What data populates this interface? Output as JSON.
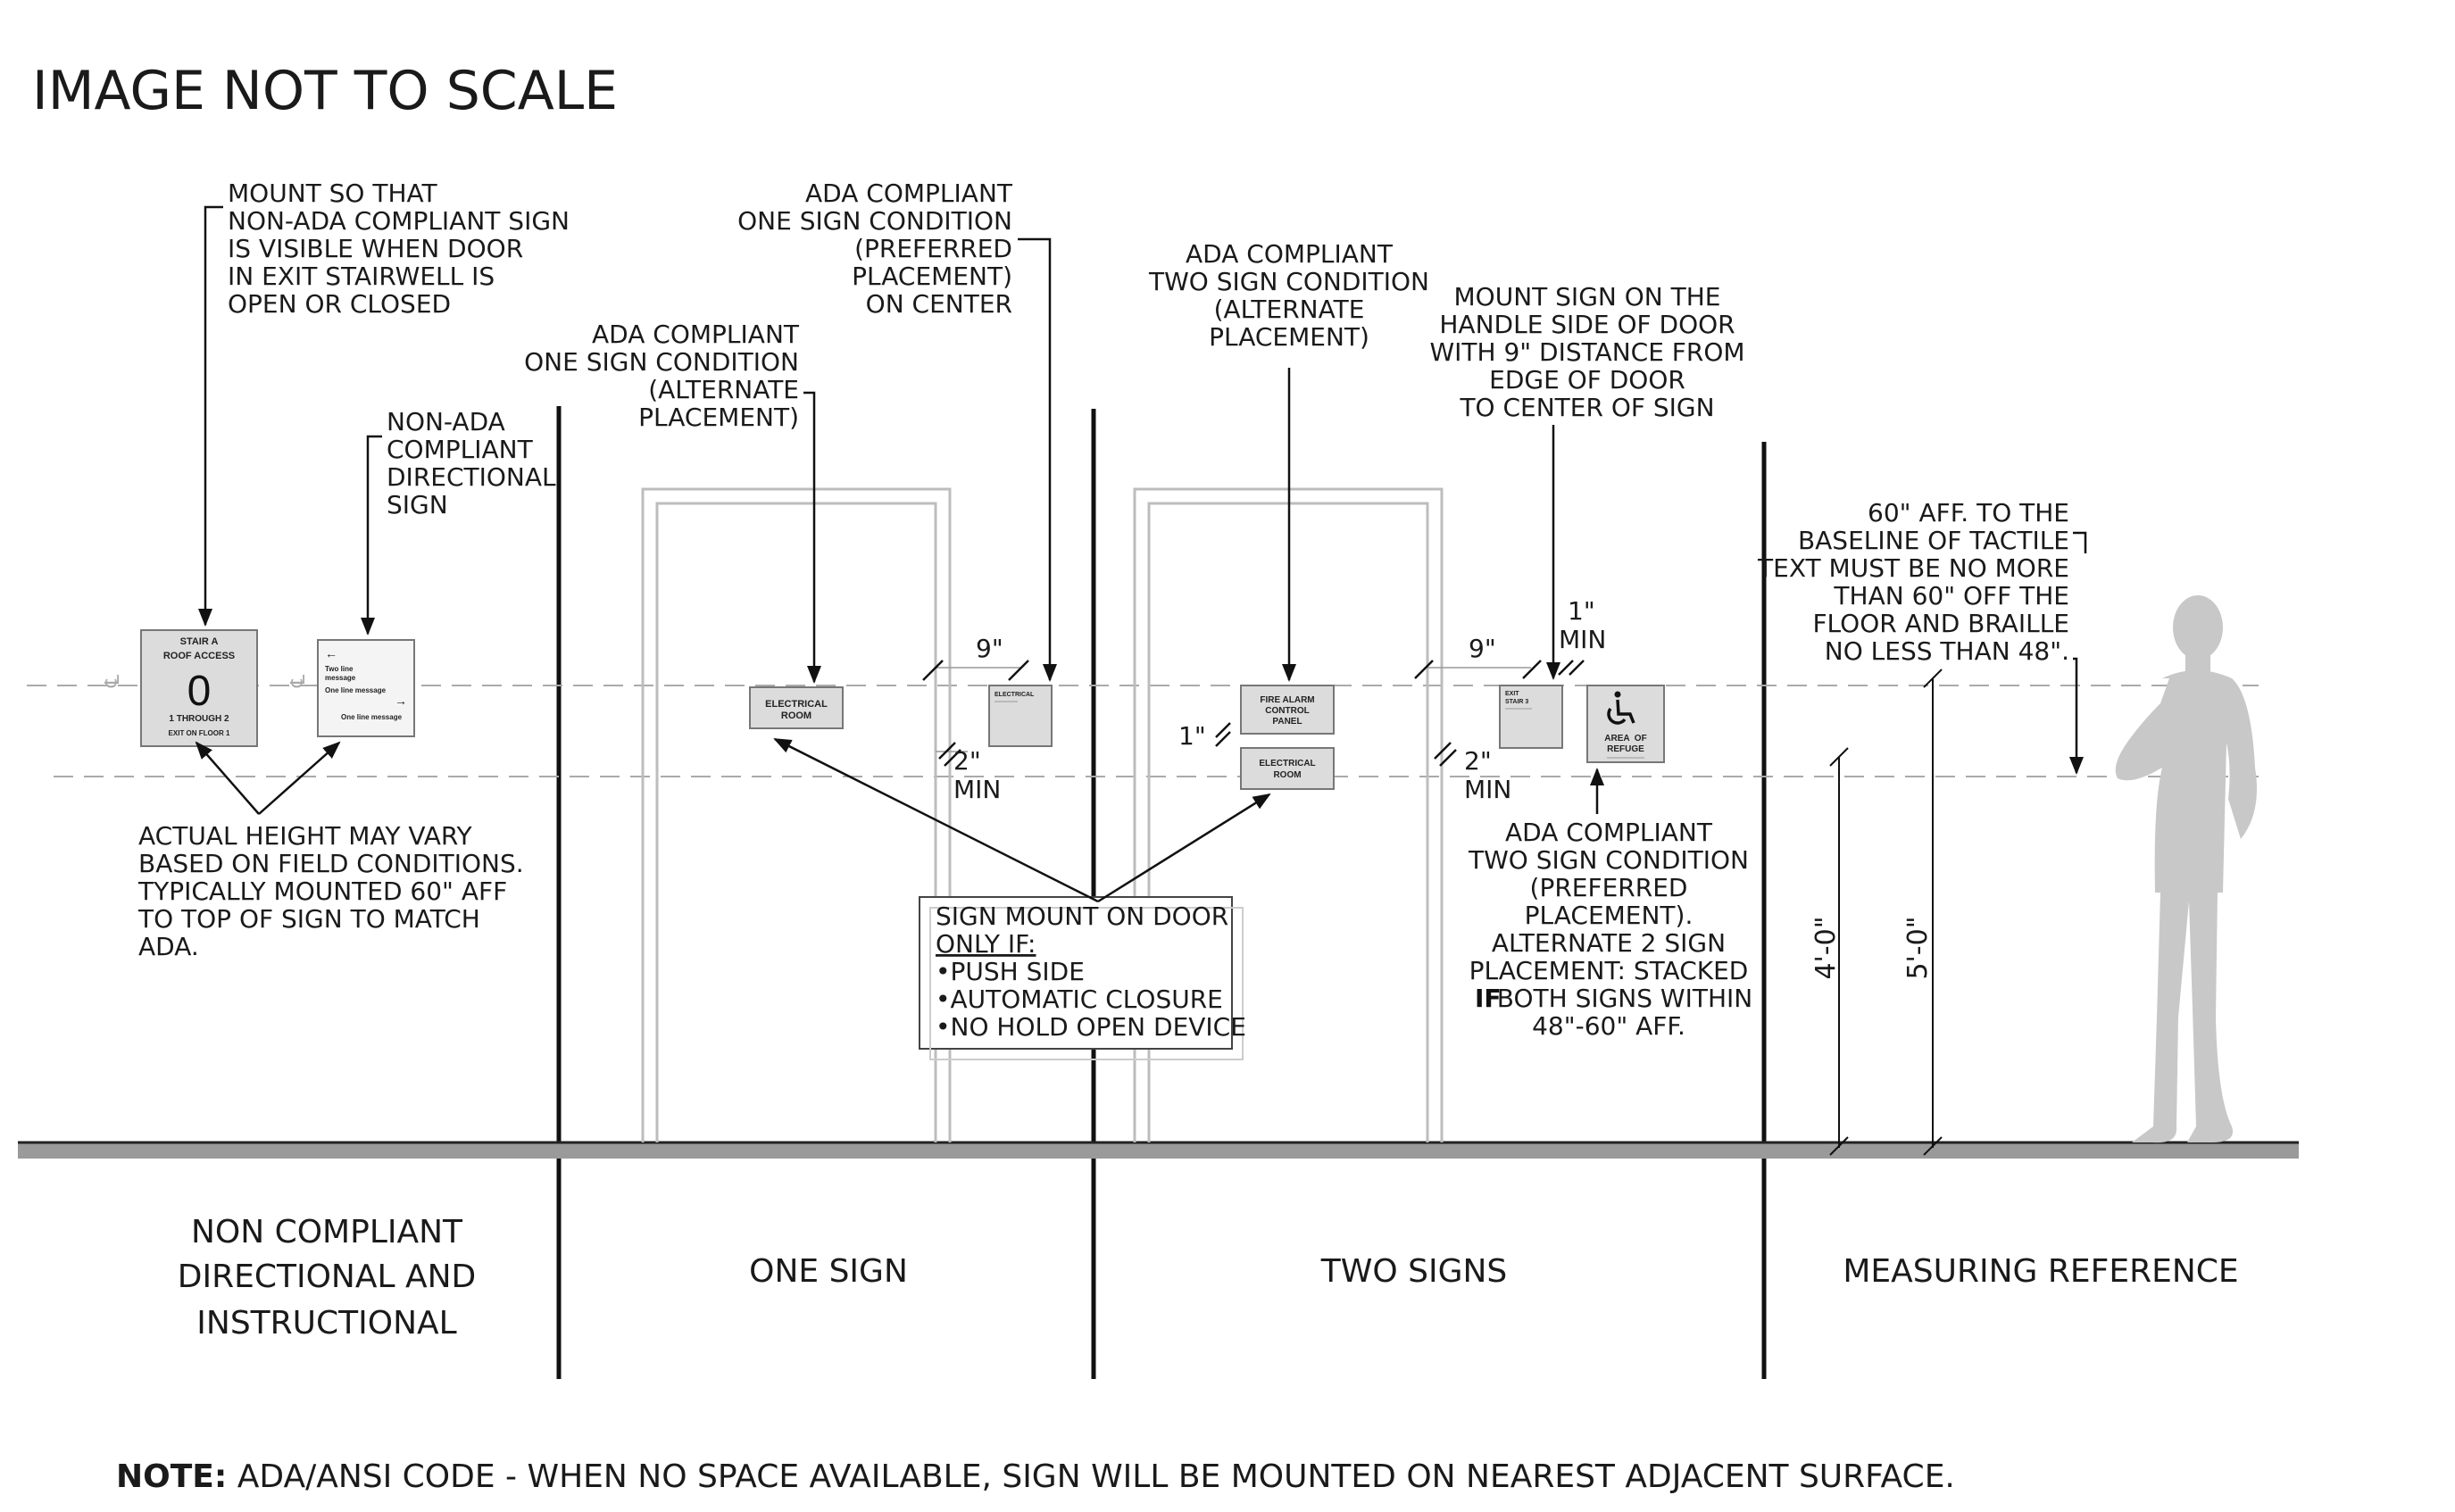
{
  "title": "IMAGE NOT TO SCALE",
  "annotations": {
    "mount_visible": [
      "MOUNT SO THAT",
      "NON-ADA COMPLIANT SIGN",
      "IS VISIBLE WHEN DOOR",
      "IN EXIT STAIRWELL IS",
      "OPEN OR CLOSED"
    ],
    "non_ada_directional": [
      "NON-ADA",
      "COMPLIANT",
      "DIRECTIONAL",
      "SIGN"
    ],
    "actual_height": [
      "ACTUAL HEIGHT MAY VARY",
      "BASED ON FIELD CONDITIONS.",
      "TYPICALLY MOUNTED 60\" AFF",
      "TO TOP OF SIGN TO MATCH",
      "ADA."
    ],
    "one_sign_alternate": [
      "ADA COMPLIANT",
      "ONE SIGN CONDITION",
      "(ALTERNATE",
      "PLACEMENT)"
    ],
    "one_sign_preferred": [
      "ADA COMPLIANT",
      "ONE SIGN CONDITION",
      "(PREFERRED",
      "PLACEMENT)",
      "ON CENTER"
    ],
    "two_sign_alternate": [
      "ADA COMPLIANT",
      "TWO SIGN CONDITION",
      "(ALTERNATE",
      "PLACEMENT)"
    ],
    "handle_side": [
      "MOUNT SIGN ON THE",
      "HANDLE SIDE OF DOOR",
      "WITH 9\" DISTANCE FROM",
      "EDGE OF DOOR",
      "TO CENTER OF SIGN"
    ],
    "tactile": [
      "60\" AFF. TO THE",
      "BASELINE OF TACTILE",
      "TEXT MUST BE NO MORE",
      "THAN 60\" OFF THE",
      "FLOOR AND BRAILLE",
      "NO LESS THAN 48\"."
    ],
    "two_sign_preferred": [
      "ADA COMPLIANT",
      "TWO SIGN CONDITION",
      "(PREFERRED",
      "PLACEMENT).",
      "ALTERNATE 2 SIGN",
      "PLACEMENT: STACKED",
      "BOTH SIGNS WITHIN",
      "48\"-60\" AFF."
    ],
    "two_sign_if": "IF",
    "door_mount": {
      "heading": "SIGN MOUNT ON DOOR",
      "only_if": "ONLY IF:",
      "items": [
        "•PUSH SIDE",
        "•AUTOMATIC CLOSURE",
        "•NO HOLD OPEN DEVICE"
      ]
    }
  },
  "dimensions": {
    "nine_a": "9\"",
    "two_min_a": [
      "2\"",
      "MIN"
    ],
    "one_inch": "1\"",
    "nine_b": "9\"",
    "one_min": [
      "1\"",
      "MIN"
    ],
    "two_min_b": [
      "2\"",
      "MIN"
    ],
    "four_ft": "4'-0\"",
    "five_ft": "5'-0\""
  },
  "signs": {
    "stair": [
      "STAIR A",
      "ROOF ACCESS",
      "0",
      "1 THROUGH 2",
      "EXIT ON FLOOR 1"
    ],
    "directional": [
      "Two line",
      "message",
      "One line message",
      "One line message"
    ],
    "electrical_room": [
      "ELECTRICAL",
      "ROOM"
    ],
    "electrical_small": "ELECTRICAL",
    "fire_alarm": [
      "FIRE ALARM",
      "CONTROL",
      "PANEL"
    ],
    "electrical_room_2": [
      "ELECTRICAL",
      "ROOM"
    ],
    "exit_stair": [
      "EXIT",
      "STAIR 3"
    ],
    "refuge": [
      "AREA  OF",
      "REFUGE"
    ]
  },
  "centerline_symbol": "℄",
  "sections": {
    "non_compliant": [
      "NON COMPLIANT",
      "DIRECTIONAL AND",
      "INSTRUCTIONAL"
    ],
    "one_sign": "ONE SIGN",
    "two_signs": "TWO SIGNS",
    "measuring": "MEASURING REFERENCE"
  },
  "note": {
    "label": "NOTE:",
    "text": " ADA/ANSI CODE - WHEN NO SPACE AVAILABLE, SIGN WILL BE MOUNTED ON NEAREST ADJACENT SURFACE."
  }
}
